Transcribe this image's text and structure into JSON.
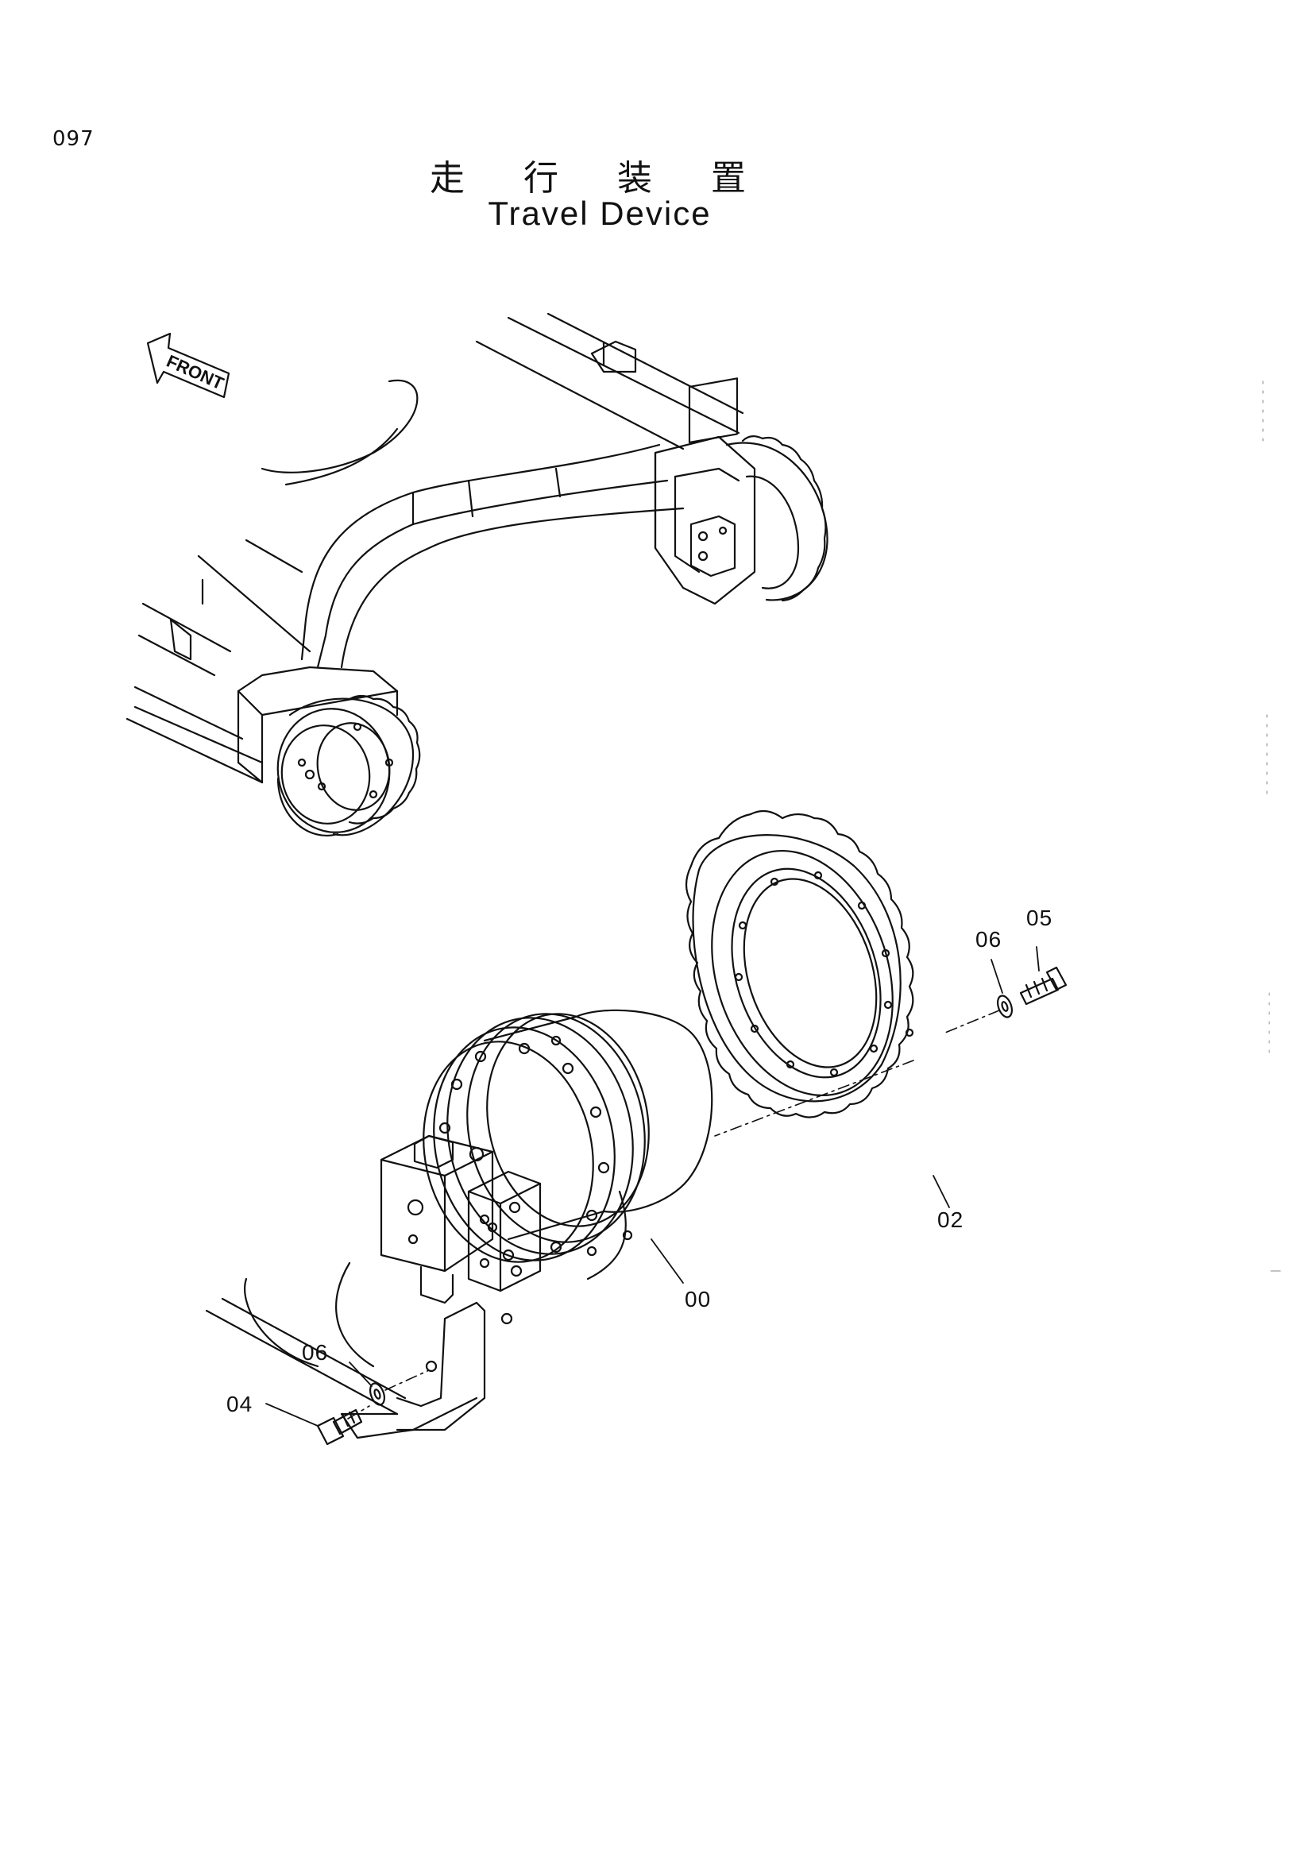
{
  "page_number": "097",
  "title_japanese": "走 行 装 置",
  "title_english": "Travel Device",
  "front_label": "FRONT",
  "callouts": {
    "motor": "00",
    "sprocket": "02",
    "bolt_frame": "04",
    "bolt_sprocket": "05",
    "washer_sprocket": "06",
    "washer_frame": "06"
  },
  "colors": {
    "line": "#111111",
    "background": "#ffffff"
  }
}
